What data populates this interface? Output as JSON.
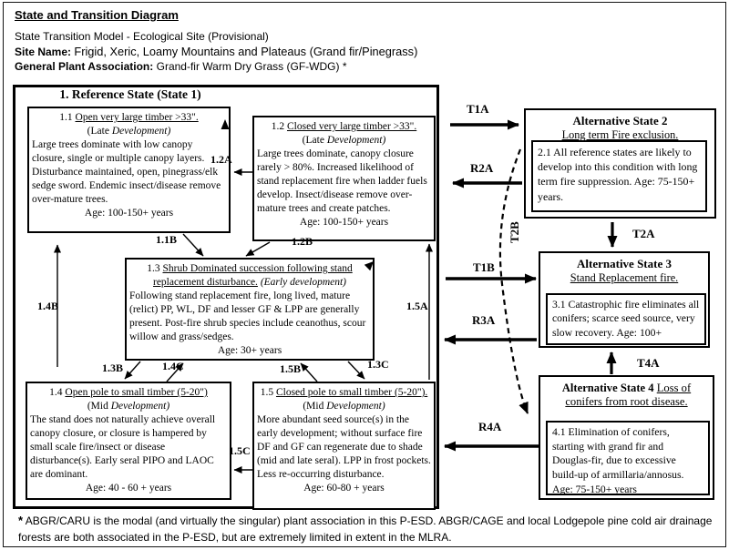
{
  "header": {
    "title": "State and Transition Diagram",
    "model_line": "State Transition Model - Ecological Site (Provisional)",
    "site_name_label": "Site Name:",
    "site_name_value": "Frigid, Xeric, Loamy Mountains and Plateaus (Grand fir/Pinegrass)",
    "gpa_label": "General Plant Association:",
    "gpa_value": "Grand-fir Warm Dry Grass (GF-WDG) *"
  },
  "reference_state": {
    "title": "1. Reference State (State 1)",
    "communities": {
      "c11": {
        "num": "1.1",
        "title": "Open very large timber >33\".",
        "stage_a": "(Late",
        "stage_b": "Development)",
        "body": "Large trees dominate with low canopy closure, single or multiple canopy layers. Disturbance maintained, open, pinegrass/elk sedge sword.  Endemic insect/disease remove over-mature trees.",
        "age": "Age: 100-150+ years"
      },
      "c12": {
        "num": "1.2",
        "title": "Closed very large timber >33\".",
        "stage_a": "(Late",
        "stage_b": "Development)",
        "body": "Large trees dominate, canopy closure rarely > 80%.  Increased likelihood of stand replacement fire when ladder fuels develop.  Insect/disease remove over-mature trees and create patches.",
        "age": "Age: 100-150+ years"
      },
      "c13": {
        "num": "1.3",
        "title": "Shrub Dominated succession following stand replacement disturbance.",
        "stage_b": "(Early development)",
        "body": "Following stand replacement fire, long lived, mature (relict) PP, WL, DF and lesser GF & LPP are generally present. Post-fire shrub species include ceanothus, scour willow and grass/sedges.",
        "age": "Age: 30+ years"
      },
      "c14": {
        "num": "1.4",
        "title": "Open pole to small timber (5-20\")",
        "stage_a": "(Mid",
        "stage_b": "Development)",
        "body": "The stand does not naturally achieve overall canopy closure, or closure is hampered by small scale fire/insect or disease disturbance(s).  Early seral PIPO and LAOC are dominant.",
        "age": "Age: 40 - 60 + years"
      },
      "c15": {
        "num": "1.5",
        "title": "Closed pole to small timber (5-20\").",
        "stage_a": "(Mid",
        "stage_b": "Development)",
        "body": "More abundant seed source(s) in the early development; without surface fire DF and GF can regenerate due to shade (mid and late seral). LPP in frost pockets. Less re-occurring disturbance.",
        "age": "Age: 60-80 + years"
      }
    }
  },
  "alt_states": {
    "as2": {
      "title": "Alternative State 2",
      "subtitle": "Long term Fire exclusion.",
      "body": "2.1 All reference states are likely to develop into this condition with long term fire suppression. Age: 75-150+ years."
    },
    "as3": {
      "title": "Alternative State 3",
      "subtitle": "Stand Replacement fire.",
      "body": "3.1 Catastrophic fire eliminates all conifers; scarce seed source, very slow recovery. Age: 100+"
    },
    "as4": {
      "title": "Alternative State 4",
      "subtitle": "Loss of conifers from root disease.",
      "body": "4.1 Elimination of conifers, starting with grand fir and Douglas-fir, due to excessive build-up of armillaria/annosus. Age: 75-150+ years"
    }
  },
  "arrows": {
    "t1a": "T1A",
    "r2a": "R2A",
    "t2b": "T2B",
    "t1b": "T1B",
    "r3a": "R3A",
    "t2a": "T2A",
    "t4a": "T4A",
    "r4a": "R4A",
    "a12a": "1.2A",
    "a11b": "1.1B",
    "a12b": "1.2B",
    "a14b": "1.4B",
    "a13b": "1.3B",
    "a14c": "1.4C",
    "a15b": "1.5B",
    "a13c": "1.3C",
    "a15a": "1.5A",
    "a15c": "1.5C"
  },
  "footer": {
    "marker": "*",
    "text": "ABGR/CARU is the modal (and virtually the singular) plant association in this P-ESD. ABGR/CAGE and local Lodgepole pine cold air drainage forests are both associated in the P-ESD, but are extremely limited in extent in the MLRA."
  }
}
